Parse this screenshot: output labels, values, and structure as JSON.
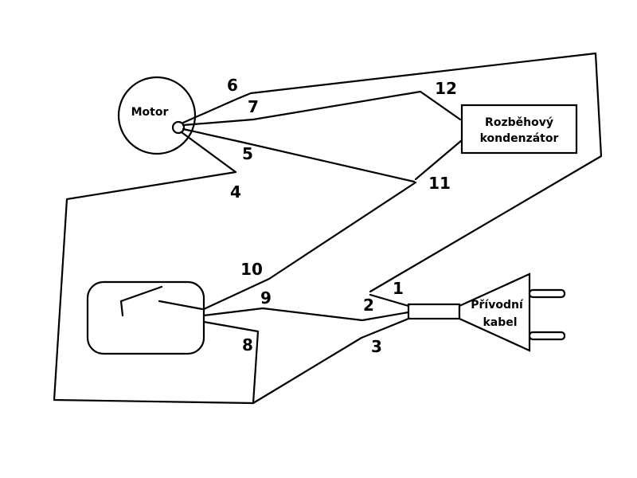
{
  "components": {
    "motor": "Motor",
    "capacitor_line1": "Rozběhový",
    "capacitor_line2": "kondenzátor",
    "plug_line1": "Přívodní",
    "plug_line2": "kabel"
  },
  "terminals": {
    "t1": "1",
    "t2": "2",
    "t3": "3",
    "t4": "4",
    "t5": "5",
    "t6": "6",
    "t7": "7",
    "t8": "8",
    "t9": "9",
    "t10": "10",
    "t11": "11",
    "t12": "12"
  },
  "colors": {
    "line": "#000000",
    "background": "#ffffff"
  }
}
